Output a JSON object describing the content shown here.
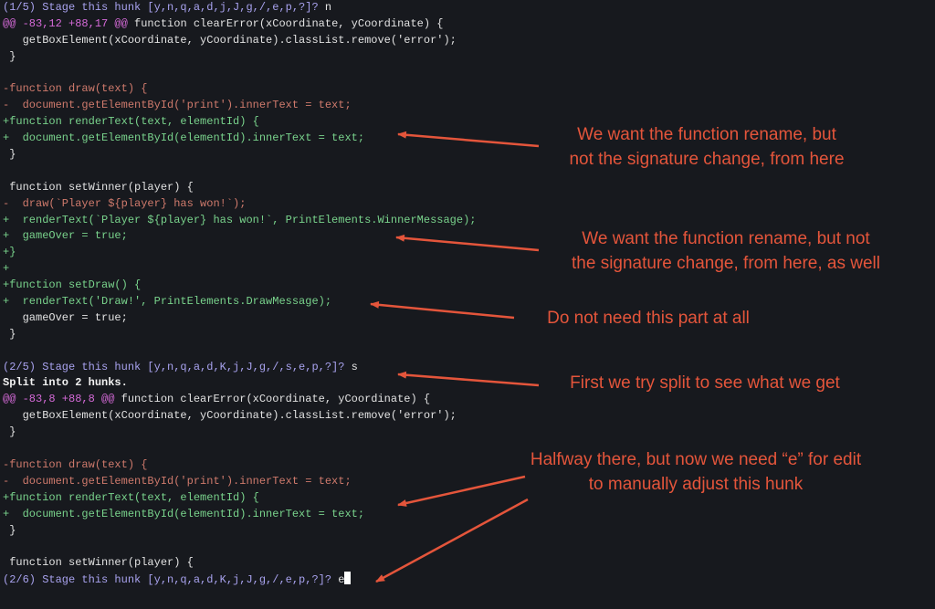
{
  "colors": {
    "background": "#17191e",
    "prompt": "#a8a2ee",
    "hunk_header": "#d56ad8",
    "removed": "#cf7a6c",
    "added": "#79d38c",
    "context": "#e2e2e2",
    "annotation": "#e4553b"
  },
  "terminal": {
    "lines": [
      [
        {
          "t": "prompt",
          "s": "(1/5) Stage this hunk [y,n,q,a,d,j,J,g,/,e,p,?]? "
        },
        {
          "t": "ctx",
          "s": "n"
        }
      ],
      [
        {
          "t": "meta",
          "s": "@@ -83,12 +88,17 @@"
        },
        {
          "t": "ctx",
          "s": " function clearError(xCoordinate, yCoordinate) {"
        }
      ],
      [
        {
          "t": "ctx",
          "s": "   getBoxElement(xCoordinate, yCoordinate).classList.remove('error');"
        }
      ],
      [
        {
          "t": "ctx",
          "s": " }"
        }
      ],
      [
        {
          "t": "ctx",
          "s": " "
        }
      ],
      [
        {
          "t": "del",
          "s": "-function draw(text) {"
        }
      ],
      [
        {
          "t": "del",
          "s": "-  document.getElementById('print').innerText = text;"
        }
      ],
      [
        {
          "t": "add",
          "s": "+function renderText(text, elementId) {"
        }
      ],
      [
        {
          "t": "add",
          "s": "+  document.getElementById(elementId).innerText = text;"
        }
      ],
      [
        {
          "t": "ctx",
          "s": " }"
        }
      ],
      [
        {
          "t": "ctx",
          "s": " "
        }
      ],
      [
        {
          "t": "ctx",
          "s": " function setWinner(player) {"
        }
      ],
      [
        {
          "t": "del",
          "s": "-  draw(`Player ${player} has won!`);"
        }
      ],
      [
        {
          "t": "add",
          "s": "+  renderText(`Player ${player} has won!`, PrintElements.WinnerMessage);"
        }
      ],
      [
        {
          "t": "add",
          "s": "+  gameOver = true;"
        }
      ],
      [
        {
          "t": "add",
          "s": "+}"
        }
      ],
      [
        {
          "t": "add",
          "s": "+"
        }
      ],
      [
        {
          "t": "add",
          "s": "+function setDraw() {"
        }
      ],
      [
        {
          "t": "add",
          "s": "+  renderText('Draw!', PrintElements.DrawMessage);"
        }
      ],
      [
        {
          "t": "ctx",
          "s": "   gameOver = true;"
        }
      ],
      [
        {
          "t": "ctx",
          "s": " }"
        }
      ],
      [
        {
          "t": "ctx",
          "s": " "
        }
      ],
      [
        {
          "t": "prompt",
          "s": "(2/5) Stage this hunk [y,n,q,a,d,K,j,J,g,/,s,e,p,?]? "
        },
        {
          "t": "ctx",
          "s": "s"
        }
      ],
      [
        {
          "t": "info",
          "s": "Split into 2 hunks."
        }
      ],
      [
        {
          "t": "meta",
          "s": "@@ -83,8 +88,8 @@"
        },
        {
          "t": "ctx",
          "s": " function clearError(xCoordinate, yCoordinate) {"
        }
      ],
      [
        {
          "t": "ctx",
          "s": "   getBoxElement(xCoordinate, yCoordinate).classList.remove('error');"
        }
      ],
      [
        {
          "t": "ctx",
          "s": " }"
        }
      ],
      [
        {
          "t": "ctx",
          "s": " "
        }
      ],
      [
        {
          "t": "del",
          "s": "-function draw(text) {"
        }
      ],
      [
        {
          "t": "del",
          "s": "-  document.getElementById('print').innerText = text;"
        }
      ],
      [
        {
          "t": "add",
          "s": "+function renderText(text, elementId) {"
        }
      ],
      [
        {
          "t": "add",
          "s": "+  document.getElementById(elementId).innerText = text;"
        }
      ],
      [
        {
          "t": "ctx",
          "s": " }"
        }
      ],
      [
        {
          "t": "ctx",
          "s": " "
        }
      ],
      [
        {
          "t": "ctx",
          "s": " function setWinner(player) {"
        }
      ],
      [
        {
          "t": "prompt",
          "s": "(2/6) Stage this hunk [y,n,q,a,d,K,j,J,g,/,e,p,?]? "
        },
        {
          "t": "ctx",
          "s": "e"
        },
        {
          "t": "cursor",
          "s": ""
        }
      ]
    ]
  },
  "annotations": {
    "a1": [
      "We want the function rename, but",
      "not the signature change, from here"
    ],
    "a2": [
      "We want the function rename, but not",
      "the signature change, from here, as well"
    ],
    "a3": [
      "Do not need this part at all"
    ],
    "a4": [
      "First we try split to see what we get"
    ],
    "a5": [
      "Halfway there, but now we need “e” for edit",
      "to manually adjust this hunk"
    ]
  }
}
